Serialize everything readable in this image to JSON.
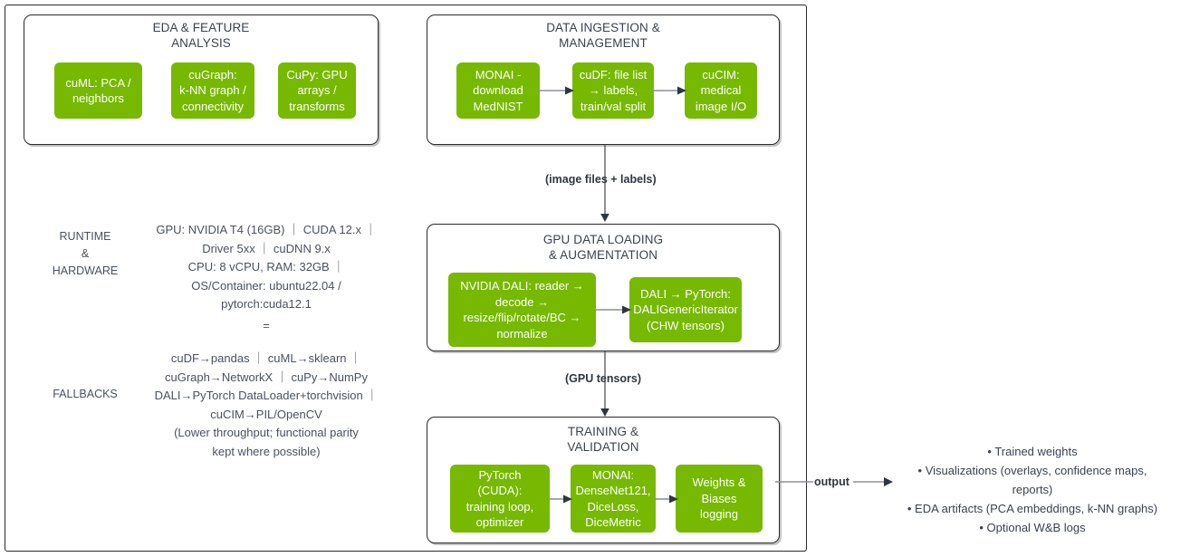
{
  "diagram": {
    "outer_frame_name": "pipeline-container",
    "accent_green": "#76b900",
    "stroke_color": "#2b2b2b",
    "text_color": "#3b4250"
  },
  "panels": {
    "eda": {
      "title": "EDA & FEATURE\nANALYSIS",
      "nodes": [
        {
          "label": "cuML: PCA /\nneighbors"
        },
        {
          "label": "cuGraph:\nk-NN graph /\nconnectivity"
        },
        {
          "label": "CuPy: GPU\narrays /\ntransforms"
        }
      ]
    },
    "ingestion": {
      "title": "DATA INGESTION &\nMANAGEMENT",
      "nodes": [
        {
          "label": "MONAI -\ndownload\nMedNIST"
        },
        {
          "label": "cuDF: file list\n→ labels,\ntrain/val split"
        },
        {
          "label": "cuCIM:\nmedical\nimage I/O"
        }
      ]
    },
    "loading": {
      "title": "GPU DATA LOADING\n& AUGMENTATION",
      "nodes": [
        {
          "label": "NVIDIA DALI: reader →\ndecode →\nresize/flip/rotate/BC →\nnormalize"
        },
        {
          "label": "DALI → PyTorch:\nDALIGenericIterator\n(CHW tensors)"
        }
      ]
    },
    "training": {
      "title": "TRAINING &\nVALIDATION",
      "nodes": [
        {
          "label": "PyTorch (CUDA):\ntraining loop,\noptimizer"
        },
        {
          "label": "MONAI:\nDenseNet121,\nDiceLoss,\nDiceMetric"
        },
        {
          "label": "Weights &\nBiases logging"
        }
      ]
    }
  },
  "edges": [
    {
      "label": "(image files + labels)"
    },
    {
      "label": "(GPU tensors)"
    },
    {
      "label": "output"
    }
  ],
  "side_info": {
    "runtime_label": "RUNTIME\n&\nHARDWARE",
    "runtime_body": "GPU: NVIDIA T4 (16GB) ｜ CUDA 12.x ｜\nDriver 5xx ｜ cuDNN 9.x\nCPU: 8 vCPU, RAM: 32GB ｜\nOS/Container: ubuntu22.04 /\npytorch:cuda12.1",
    "separator": "=",
    "fallbacks_label": "FALLBACKS",
    "fallbacks_body": "cuDF→pandas ｜ cuML→sklearn ｜\ncuGraph→NetworkX ｜ cuPy→NumPy\nDALI→PyTorch DataLoader+torchvision ｜\ncuCIM→PIL/OpenCV\n(Lower throughput; functional parity\nkept where possible)"
  },
  "outputs": {
    "items": [
      "• Trained weights",
      "• Visualizations (overlays, confidence maps,\nreports)",
      "• EDA artifacts (PCA embeddings, k-NN graphs)",
      "• Optional W&B logs"
    ]
  }
}
